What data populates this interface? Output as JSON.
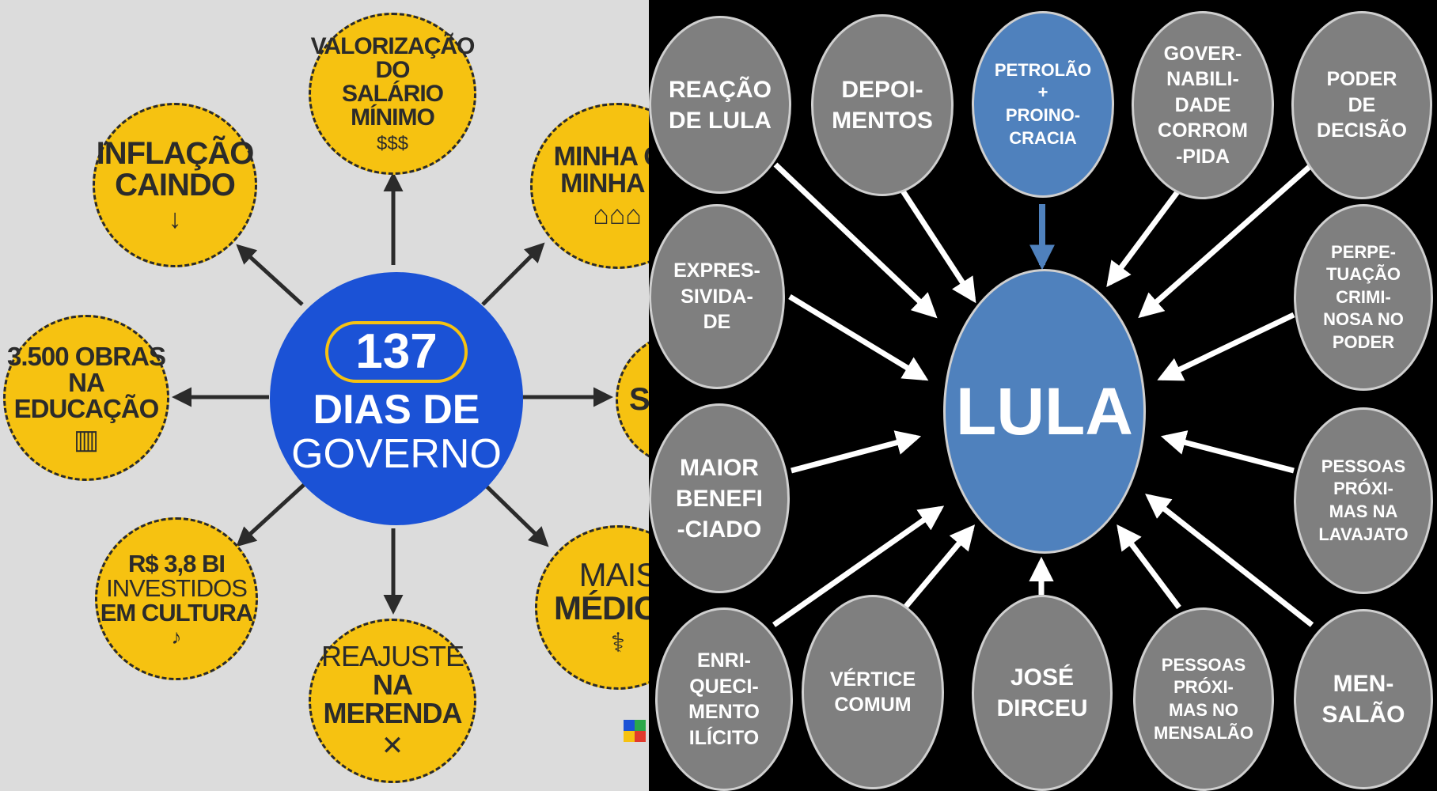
{
  "left": {
    "center": {
      "count": "137",
      "line1": "DIAS DE",
      "line2": "GOVERNO"
    },
    "items": [
      {
        "id": "salario",
        "lines": [
          "VALORIZAÇÃO DO",
          "SALÁRIO MÍNIMO"
        ],
        "icon": "coins-icon",
        "glyph": "$$$"
      },
      {
        "id": "inflacao",
        "lines": [
          "INFLAÇÃO",
          "CAINDO"
        ],
        "icon": "down-arrow-icon",
        "glyph": "↓"
      },
      {
        "id": "casa",
        "lines": [
          "MINHA CA",
          "MINHA VI"
        ],
        "icon": "houses-icon",
        "glyph": "⌂⌂⌂"
      },
      {
        "id": "obras",
        "lines": [
          "3.500 OBRAS",
          "NA EDUCAÇÃO"
        ],
        "icon": "book-icon",
        "glyph": "▥"
      },
      {
        "id": "cultura",
        "lines": [
          "R$ 3,8 BI",
          "INVESTIDOS",
          "EM CULTURA"
        ],
        "icon": "guitar-icon",
        "glyph": "♪"
      },
      {
        "id": "merenda",
        "lines": [
          "REAJUSTE",
          "NA MERENDA"
        ],
        "icon": "plate-icon",
        "glyph": "✕"
      },
      {
        "id": "medicos",
        "lines": [
          "MAIS",
          "MÉDICO"
        ],
        "icon": "stethoscope-icon",
        "glyph": "⚕"
      },
      {
        "id": "partial-s",
        "lines": [
          "S"
        ],
        "icon": "",
        "glyph": ""
      }
    ]
  },
  "right": {
    "center": "LULA",
    "nodes": [
      {
        "id": "reacao",
        "text": "REAÇÃO\nDE LULA"
      },
      {
        "id": "depoimentos",
        "text": "DEPOI-\nMENTOS"
      },
      {
        "id": "petrolao",
        "text": "PETROLÃO\n+\nPROINO-\nCRACIA"
      },
      {
        "id": "governabilidade",
        "text": "GOVER-\nNABILI-\nDADE\nCORROM\n-PIDA"
      },
      {
        "id": "poder",
        "text": "PODER\nDE\nDECISÃO"
      },
      {
        "id": "expressividade",
        "text": "EXPRES-\nSIVIDA-\nDE"
      },
      {
        "id": "perpetuacao",
        "text": "PERPE-\nTUAÇÃO\nCRIMI-\nNOSA NO\nPODER"
      },
      {
        "id": "maior",
        "text": "MAIOR\nBENEFI\n-CIADO"
      },
      {
        "id": "pessoas-lavajato",
        "text": "PESSOAS\nPRÓXI-\nMAS NA\nLAVAJATO"
      },
      {
        "id": "enriquecimento",
        "text": "ENRI-\nQUECI-\nMENTO\nILÍCITO"
      },
      {
        "id": "vertice",
        "text": "VÉRTICE\nCOMUM"
      },
      {
        "id": "dirceu",
        "text": "JOSÉ\nDIRCEU"
      },
      {
        "id": "pessoas-mensalao",
        "text": "PESSOAS\nPRÓXI-\nMAS NO\nMENSALÃO"
      },
      {
        "id": "mensalao",
        "text": "MEN-\nSALÃO"
      }
    ]
  }
}
